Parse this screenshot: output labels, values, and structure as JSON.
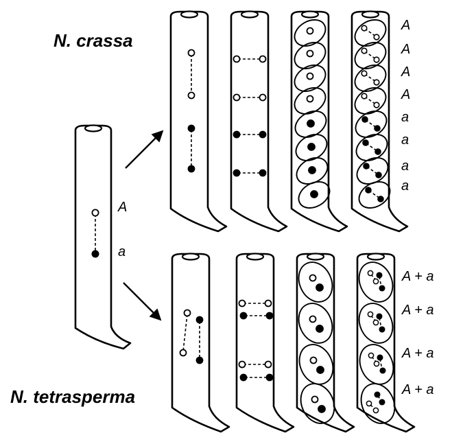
{
  "labels": {
    "species_top": "N. crassa",
    "species_bottom": "N. tetrasperma",
    "parent_allele_1": "A",
    "parent_allele_2": "a"
  },
  "crassa_ascus_labels": [
    "A",
    "A",
    "A",
    "A",
    "a",
    "a",
    "a",
    "a"
  ],
  "tetrasperma_ascus_labels": [
    "A + a",
    "A + a",
    "A + a",
    "A + a"
  ],
  "colors": {
    "ink": "#000000",
    "background": "#ffffff"
  }
}
